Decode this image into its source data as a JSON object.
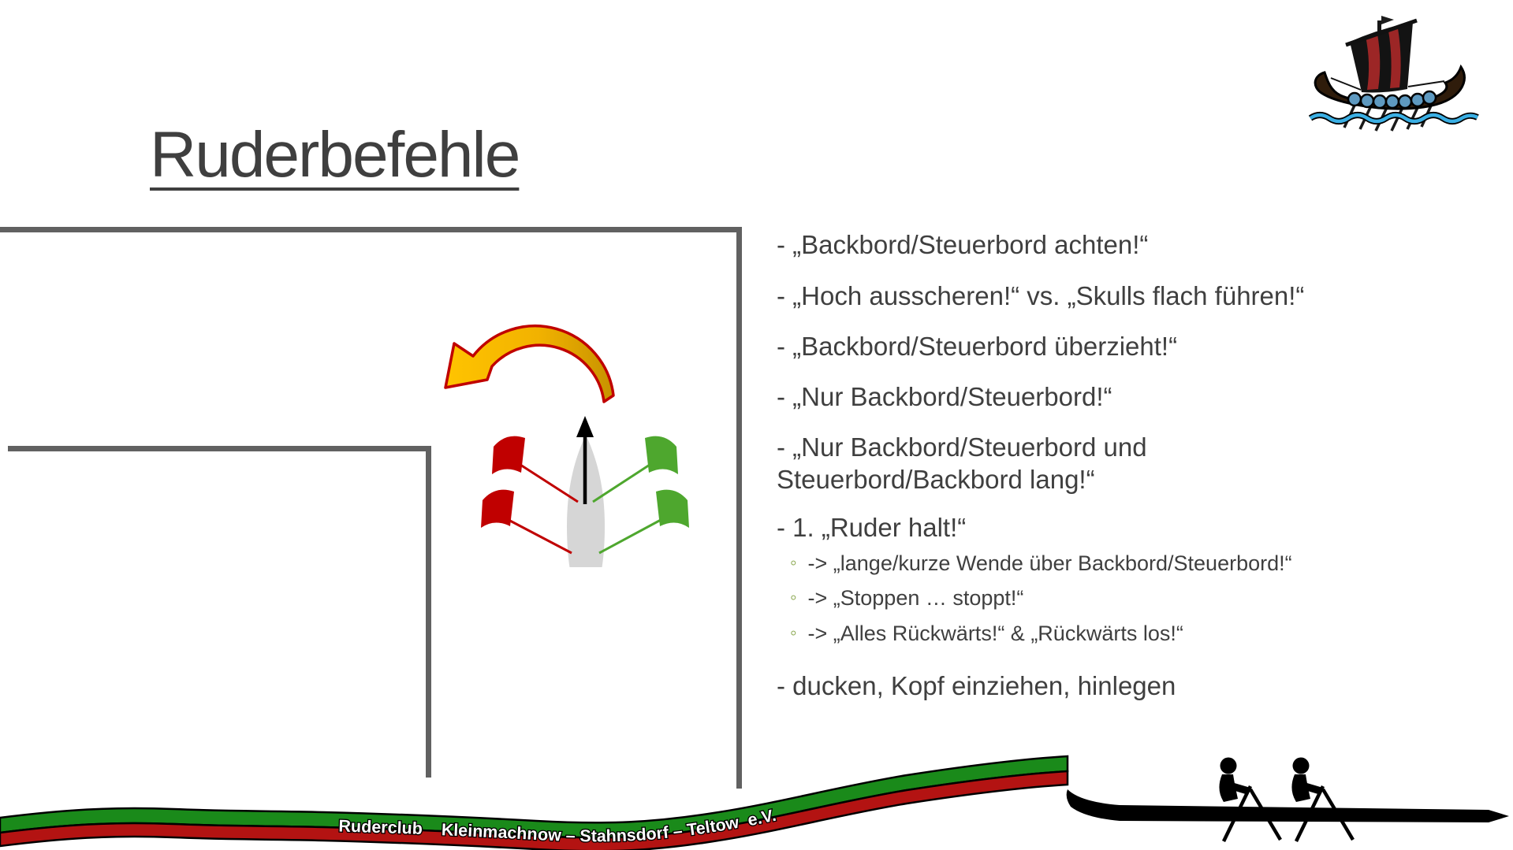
{
  "slide": {
    "title": "Ruderbefehle",
    "background": "#ffffff",
    "text_color": "#3f3f3f"
  },
  "commands": {
    "marker": "◦",
    "bullets": {
      "b1": "- „Backbord/Steuerbord achten!“",
      "b2": "- „Hoch ausscheren!“ vs. „Skulls flach führen!“",
      "b3": "- „Backbord/Steuerbord überzieht!“",
      "b4": "- „Nur Backbord/Steuerbord!“",
      "b5_line1": "- „Nur Backbord/Steuerbord und",
      "b5_line2": "Steuerbord/Backbord lang!“",
      "b6": "- 1. „Ruder halt!“",
      "sub1": "-> „lange/kurze Wende über Backbord/Steuerbord!“",
      "sub2": "-> „Stoppen … stoppt!“",
      "sub3": "-> „Alles Rückwärts!“ & „Rückwärts los!“",
      "b7": "- ducken, Kopf einziehen, hinlegen"
    }
  },
  "banner": {
    "text": "Ruderclub    Kleinmachnow – Stahnsdorf – Teltow  e.V.",
    "green": "#1a8a1a",
    "red": "#b31312",
    "text_color": "#ffffff"
  },
  "diagram": {
    "wall_color": "#616161",
    "turn_arrow_fill": "#ffc000",
    "turn_arrow_border": "#c00000",
    "port_oar_color": "#c00000",
    "starboard_oar_color": "#4ea72e",
    "boat_color": "#d6d6d6",
    "heading_arrow_color": "#000000"
  },
  "icons": {
    "viking_ship": "viking-ship-logo",
    "rowing_boat": "rowing-double-silhouette",
    "turn_arrow": "curved-turn-arrow",
    "sub_bullet": "circle-bullet"
  }
}
